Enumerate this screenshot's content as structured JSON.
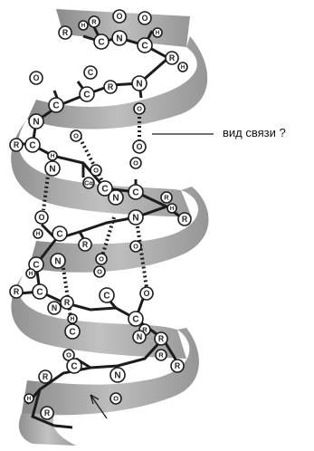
{
  "callout": {
    "text": "вид связи ?"
  },
  "colors": {
    "ribbon": "#9a9a9a",
    "ribbon_dark": "#6e6e6e",
    "ribbon_light": "#c4c4c4",
    "bond": "#1c1c1c",
    "atom_fill": "#ffffff",
    "atom_stroke": "#1c1c1c"
  },
  "atom_labels": {
    "carbon": "C",
    "nitrogen": "N",
    "oxygen": "O",
    "radical": "R",
    "hydrogen": "H",
    "alpha_carbon": "Cα"
  }
}
